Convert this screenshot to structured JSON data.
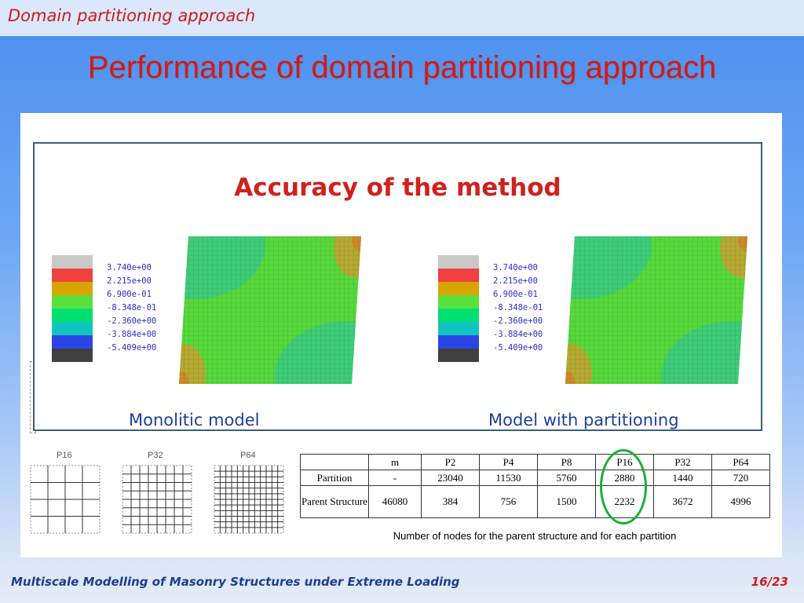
{
  "header": {
    "section": "Domain partitioning approach"
  },
  "title": "Performance of domain partitioning approach",
  "overlay": {
    "heading": "Accuracy of the method",
    "left_caption": "Monolitic model",
    "right_caption": "Model with partitioning",
    "legend": {
      "values": [
        "3.740e+00",
        "2.215e+00",
        "6.900e-01",
        "-8.348e-01",
        "-2.360e+00",
        "-3.884e+00",
        "-5.409e+00"
      ],
      "colors": [
        "#c8c8c8",
        "#f04040",
        "#d8a400",
        "#58e03c",
        "#00e070",
        "#12c4c0",
        "#2c46e6",
        "#404040"
      ]
    }
  },
  "partition_grids": {
    "labels": [
      "P16",
      "P32",
      "P64"
    ],
    "divisions": [
      4,
      8,
      12
    ]
  },
  "table": {
    "headers": [
      "",
      "m",
      "P2",
      "P4",
      "P8",
      "P16",
      "P32",
      "P64"
    ],
    "rows": [
      {
        "label": "Partition",
        "values": [
          "-",
          "23040",
          "11530",
          "5760",
          "2880",
          "1440",
          "720"
        ]
      },
      {
        "label": "Parent Structure",
        "values": [
          "46080",
          "384",
          "756",
          "1500",
          "2232",
          "3672",
          "4996"
        ]
      }
    ],
    "caption": "Number of nodes for the parent structure and for each partition",
    "highlight_column": "P16"
  },
  "footer": {
    "text": "Multiscale Modelling of Masonry Structures under Extreme Loading",
    "page": "16/23"
  }
}
